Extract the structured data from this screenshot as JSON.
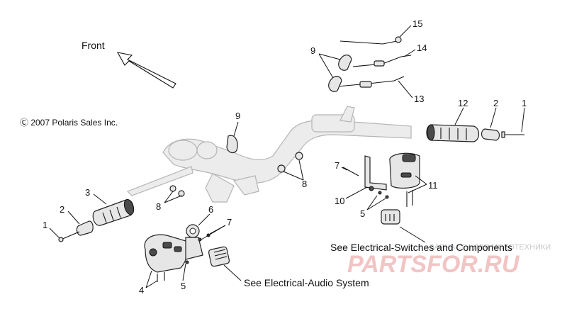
{
  "front_label": "Front",
  "copyright": "Ⓒ 2007 Polaris Sales Inc.",
  "callouts": {
    "c1_left": "1",
    "c2_left": "2",
    "c3": "3",
    "c4": "4",
    "c5_left": "5",
    "c6": "6",
    "c7_left": "7",
    "c8_left": "8",
    "c9_mid": "9",
    "c8_right": "8",
    "c7_right": "7",
    "c10": "10",
    "c5_right": "5",
    "c11": "11",
    "c9_top": "9",
    "c15": "15",
    "c14": "14",
    "c13": "13",
    "c12": "12",
    "c2_right": "2",
    "c1_right": "1"
  },
  "notes": {
    "switches": "See Electrical-Switches and Components",
    "audio": "See Electrical-Audio System"
  },
  "watermark": {
    "small": "ЗАПЧАСТИ ДЛЯ МОТОТЕХНИКИ",
    "logo": "PARTSFOR.RU"
  }
}
